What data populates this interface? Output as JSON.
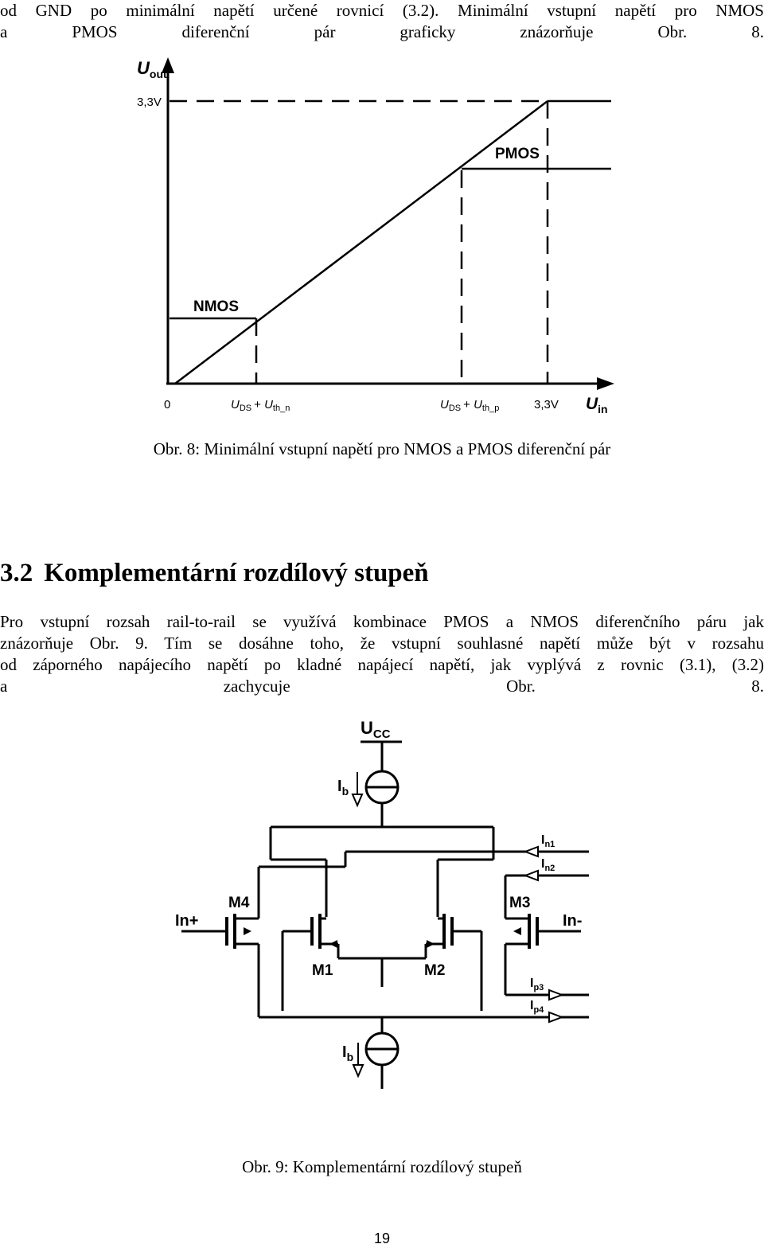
{
  "intro": {
    "line1": "od GND po minimální napětí určené rovnicí (3.2). Minimální vstupní napětí pro NMOS",
    "line2": "a PMOS diferenční pár graficky znázorňuje Obr. 8."
  },
  "figure8": {
    "y_axis_label": "U",
    "y_axis_sub": "out",
    "y_tick": "3,3V",
    "x_tick_zero": "0",
    "x_tick_n_main": "U",
    "x_tick_n_sub1": "DS",
    "x_tick_n_plus": "+ ",
    "x_tick_n_main2": "U",
    "x_tick_n_sub2": "th_n",
    "x_tick_p_main": "U",
    "x_tick_p_sub1": "DS",
    "x_tick_p_plus": "+ ",
    "x_tick_p_main2": "U",
    "x_tick_p_sub2": "th_p",
    "x_tick_max": "3,3V",
    "x_axis_label": "U",
    "x_axis_sub": "in",
    "nmos_label": "NMOS",
    "pmos_label": "PMOS",
    "caption": "Obr. 8: Minimální vstupní napětí pro NMOS a PMOS diferenční pár"
  },
  "section": {
    "number": "3.2",
    "title": "Komplementární rozdílový stupeň"
  },
  "paragraph": {
    "line1": "Pro vstupní rozsah rail-to-rail se využívá kombinace PMOS a NMOS diferenčního páru jak",
    "line2": "znázorňuje Obr. 9. Tím se dosáhne toho, že vstupní souhlasné napětí může být v rozsahu",
    "line3": "od záporného napájecího napětí po kladné napájecí napětí, jak vyplývá z rovnic (3.1), (3.2)",
    "line4": "a zachycuje Obr. 8."
  },
  "figure9": {
    "ucc_main": "U",
    "ucc_sub": "CC",
    "ib_top_main": "I",
    "ib_top_sub": "b",
    "ib_bot_main": "I",
    "ib_bot_sub": "b",
    "in1_main": "I",
    "in1_sub": "n1",
    "in2_main": "I",
    "in2_sub": "n2",
    "ip3_main": "I",
    "ip3_sub": "p3",
    "ip4_main": "I",
    "ip4_sub": "p4",
    "m1": "M1",
    "m2": "M2",
    "m3": "M3",
    "m4": "M4",
    "in_plus": "In+",
    "in_minus": "In-",
    "caption": "Obr. 9: Komplementární rozdílový stupeň"
  },
  "page_number": "19"
}
